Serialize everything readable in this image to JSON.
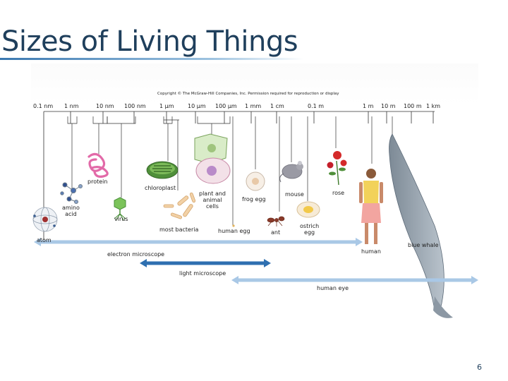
{
  "title": "Sizes of Living Things",
  "copyright": "Copyright © The McGraw-Hill Companies, Inc. Permission required for reproduction or display",
  "scale_labels": [
    "0.1 nm",
    "1 nm",
    "10 nm",
    "100 nm",
    "1 µm",
    "10 µm",
    "100 µm",
    "1 mm",
    "1 cm",
    "0.1 m",
    "1 m",
    "10 m",
    "100 m",
    "1 km"
  ],
  "items": {
    "atom": "atom",
    "amino_acid": "amino\nacid",
    "protein": "protein",
    "virus": "virus",
    "chloroplast": "chloroplast",
    "most_bacteria": "most bacteria",
    "plant_animal_cells": "plant and\nanimal\ncells",
    "human_egg": "human egg",
    "frog_egg": "frog egg",
    "ant": "ant",
    "mouse": "mouse",
    "ostrich_egg": "ostrich\negg",
    "rose": "rose",
    "human": "human",
    "blue_whale": "blue whale"
  },
  "ranges": {
    "electron_microscope": "electron microscope",
    "light_microscope": "light microscope",
    "human_eye": "human eye"
  },
  "colors": {
    "title": "#1f3f5c",
    "arrow": "#2e6fb0",
    "arrow_light": "#a9c8e6"
  },
  "page_number": "6"
}
